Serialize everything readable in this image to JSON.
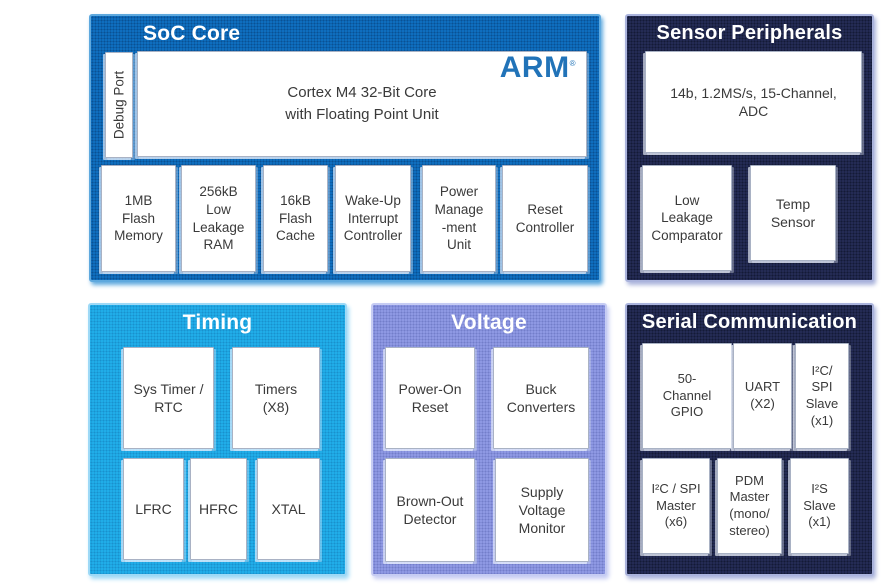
{
  "colors": {
    "soc_blue": "#0f6fc0",
    "soc_blue_light": "#5fa9de",
    "navy": "#252c55",
    "navy_light": "#aab3dc",
    "cyan": "#21aeea",
    "cyan_light": "#9ed9f6",
    "periwinkle": "#8f9ae4",
    "periwinkle_light": "#c6ccf3",
    "arm_blue": "#2173b8",
    "box_text": "#3a3a3a"
  },
  "soc_core": {
    "title": "SoC Core",
    "debug_port_label": "Debug Port",
    "arm_logo": "ARM",
    "arm_trademark": "®",
    "cpu_label": "Cortex M4 32-Bit Core\nwith Floating Point Unit",
    "blocks": [
      "1MB\nFlash\nMemory",
      "256kB\nLow\nLeakage\nRAM",
      "16kB\nFlash\nCache",
      "Wake-Up\nInterrupt\nController",
      "Power\nManage\n-ment\nUnit",
      "Reset\nController"
    ]
  },
  "sensor_peripherals": {
    "title": "Sensor Peripherals",
    "adc_label": "14b, 1.2MS/s, 15-Channel,\nADC",
    "blocks": [
      "Low\nLeakage\nComparator",
      "Temp\nSensor"
    ]
  },
  "timing": {
    "title": "Timing",
    "row1": [
      "Sys Timer /\nRTC",
      "Timers\n(X8)"
    ],
    "row2": [
      "LFRC",
      "HFRC",
      "XTAL"
    ]
  },
  "voltage": {
    "title": "Voltage",
    "row1": [
      "Power-On\nReset",
      "Buck\nConverters"
    ],
    "row2": [
      "Brown-Out\nDetector",
      "Supply\nVoltage\nMonitor"
    ]
  },
  "serial_communication": {
    "title": "Serial Communication",
    "row1": [
      "50-\nChannel\nGPIO",
      "UART\n(X2)",
      "I²C/\nSPI\nSlave\n(x1)"
    ],
    "row2": [
      "I²C / SPI\nMaster\n(x6)",
      "PDM\nMaster\n(mono/\nstereo)",
      "I²S\nSlave\n(x1)"
    ]
  }
}
